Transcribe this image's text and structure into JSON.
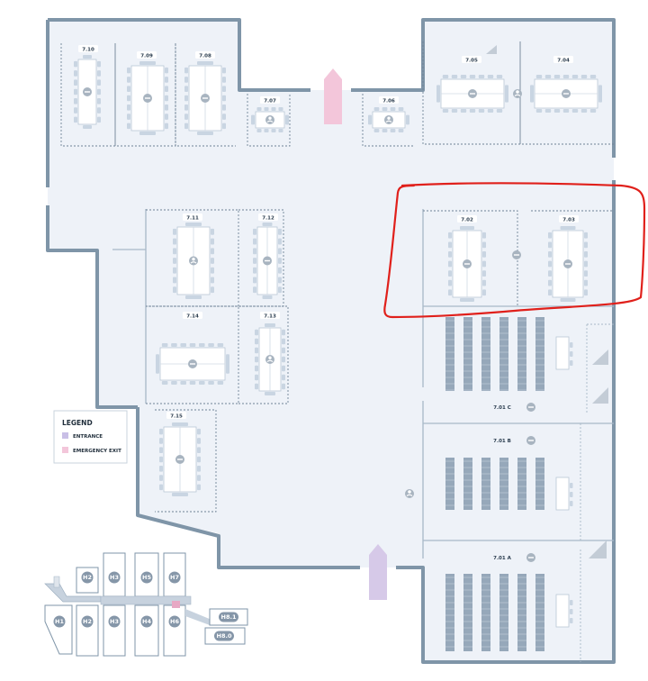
{
  "rooms": [
    {
      "id": "r710",
      "label": "7.10"
    },
    {
      "id": "r709",
      "label": "7.09"
    },
    {
      "id": "r708",
      "label": "7.08"
    },
    {
      "id": "r707",
      "label": "7.07"
    },
    {
      "id": "r706",
      "label": "7.06"
    },
    {
      "id": "r705",
      "label": "7.05"
    },
    {
      "id": "r704",
      "label": "7.04"
    },
    {
      "id": "r711",
      "label": "7.11"
    },
    {
      "id": "r712",
      "label": "7.12"
    },
    {
      "id": "r714",
      "label": "7.14"
    },
    {
      "id": "r713",
      "label": "7.13"
    },
    {
      "id": "r702",
      "label": "7.02"
    },
    {
      "id": "r703",
      "label": "7.03"
    },
    {
      "id": "r715",
      "label": "7.15"
    },
    {
      "id": "r701c",
      "label": "7.01 C"
    },
    {
      "id": "r701b",
      "label": "7.01 B"
    },
    {
      "id": "r701a",
      "label": "7.01 A"
    }
  ],
  "legend": {
    "title": "LEGEND",
    "items": [
      {
        "label": "ENTRANCE",
        "color": "#c9bfe6"
      },
      {
        "label": "EMERGENCY EXIT",
        "color": "#f3c6da"
      }
    ]
  },
  "mini_map": {
    "buildings": [
      "H2",
      "H3",
      "H5",
      "H7",
      "H1",
      "H2",
      "H3",
      "H4",
      "H6",
      "H8.1",
      "H8.0"
    ]
  },
  "colors": {
    "wall": "#7f95a8",
    "floor": "#eef2f8",
    "table": "#ffffff",
    "chair": "#c9d5e2",
    "icon": "#a8b4c0",
    "annotation": "#e0201b",
    "entrance": "#c9bfe6",
    "emergency_exit": "#f3c6da",
    "building": "#8596a8"
  }
}
